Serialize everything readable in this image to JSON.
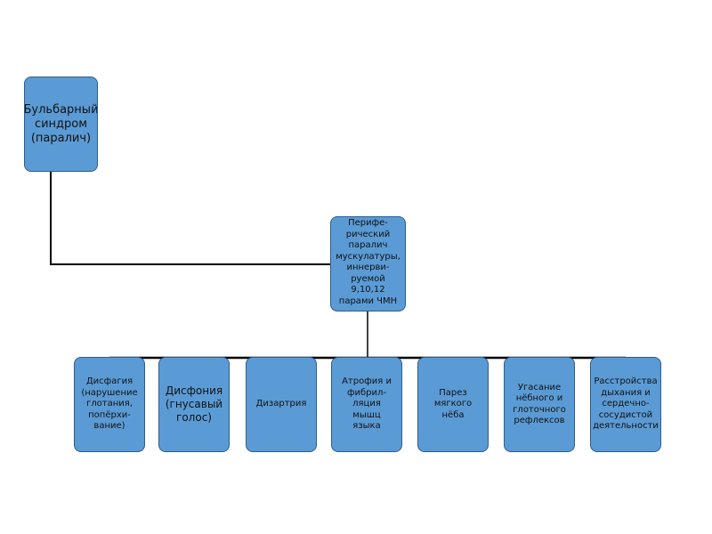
{
  "diagram": {
    "root": {
      "label": "Бульбарный\nсиндром\n(паралич)"
    },
    "middle": {
      "label": "Перифе-\nрический\nпаралич\nмускулатуры,\nиннерви-\nруемой\n9,10,12\nпарами ЧМН"
    },
    "leaves": [
      {
        "label": "Дисфагия\n(нарушение\nглотания,\nпопёрхи-\nвание)"
      },
      {
        "label": "Дисфония\n(гнусавый\nголос)"
      },
      {
        "label": "Дизартрия"
      },
      {
        "label": "Атрофия и\nфибрил-\nляция\nмышц\nязыка"
      },
      {
        "label": "Парез\nмягкого\nнёба"
      },
      {
        "label": "Угасание\nнёбного и\nглоточного\nрефлексов"
      },
      {
        "label": "Расстройства\nдыхания и\nсердечно-\nсосудистой\nдеятельности"
      }
    ],
    "colors": {
      "box_fill": "#5b9bd5",
      "box_border": "#2e5c8a",
      "connector": "#000000"
    }
  }
}
